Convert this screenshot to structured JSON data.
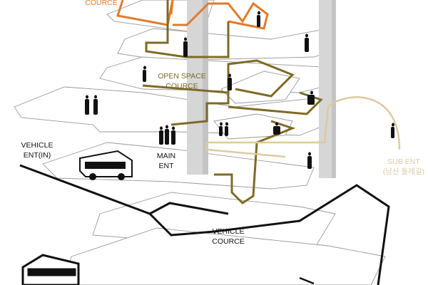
{
  "labels": {
    "top_course": "COURCE",
    "open_space_1": "OPEN SPACE",
    "open_space_2": "COURCE",
    "main_ent_1": "MAIN",
    "main_ent_2": "ENT",
    "vehicle_ent_1": "VEHICLE",
    "vehicle_ent_2": "ENT(IN)",
    "vehicle_course_1": "VEHICLE",
    "vehicle_course_2": "COURCE",
    "sub_ent_1": "SUB ENT",
    "sub_ent_2": "(남산 둘레길)"
  },
  "colors": {
    "top_course": "#e07b2c",
    "open_space": "#7d6b25",
    "sub_ent": "#dccaa0",
    "vehicle": "#111111",
    "column": "#d6d6d6"
  }
}
